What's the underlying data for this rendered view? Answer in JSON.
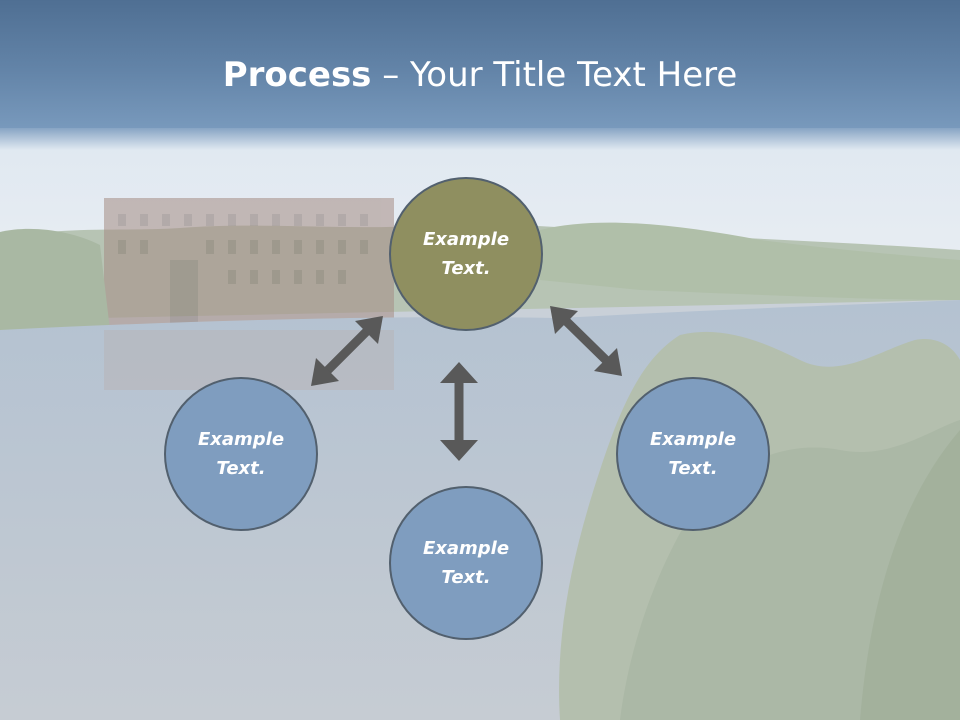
{
  "slide": {
    "title_bold": "Process",
    "title_rest": " – Your Title Text Here"
  },
  "diagram": {
    "nodes": [
      {
        "id": "center",
        "label": "Example Text.",
        "color": "#8f8f60"
      },
      {
        "id": "left",
        "label": "Example Text.",
        "color": "#7f9dbf"
      },
      {
        "id": "bottom",
        "label": "Example Text.",
        "color": "#7f9dbf"
      },
      {
        "id": "right",
        "label": "Example Text.",
        "color": "#7f9dbf"
      }
    ],
    "arrow_color": "#595959",
    "background": "washed-out river landscape with ruined brick building and trees"
  }
}
